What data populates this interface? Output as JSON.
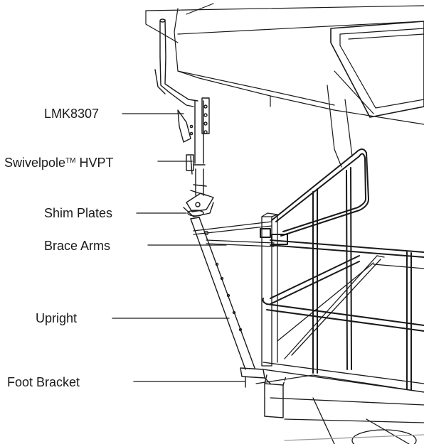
{
  "callouts": [
    {
      "id": "lmk8307",
      "text": "LMK8307"
    },
    {
      "id": "swivelpole",
      "text": "Swivelpole",
      "suffix": "TM",
      "text2": " HVPT"
    },
    {
      "id": "shim-plates",
      "text": "Shim Plates"
    },
    {
      "id": "brace-arms",
      "text": "Brace Arms"
    },
    {
      "id": "upright",
      "text": "Upright"
    },
    {
      "id": "foot-bracket",
      "text": "Foot Bracket"
    }
  ],
  "colors": {
    "line": "#1a1a1a",
    "light": "#9a9a9a",
    "background": "#ffffff"
  }
}
